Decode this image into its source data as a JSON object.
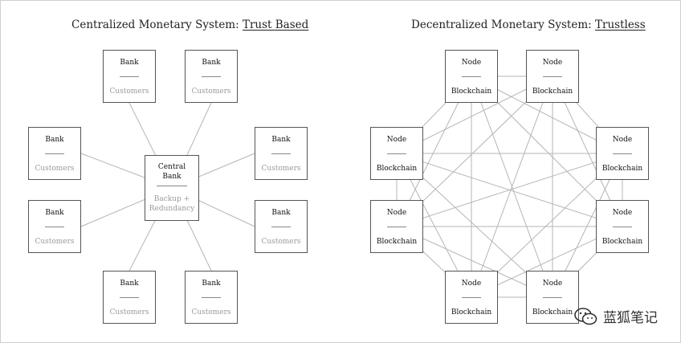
{
  "centralized": {
    "title_prefix": "Centralized Monetary System: ",
    "title_emphasis": "Trust Based",
    "central": {
      "label_line1": "Central",
      "label_line2": "Bank",
      "sub_line1": "Backup +",
      "sub_line2": "Redundancy"
    },
    "banks": [
      {
        "label": "Bank",
        "sub": "Customers"
      },
      {
        "label": "Bank",
        "sub": "Customers"
      },
      {
        "label": "Bank",
        "sub": "Customers"
      },
      {
        "label": "Bank",
        "sub": "Customers"
      },
      {
        "label": "Bank",
        "sub": "Customers"
      },
      {
        "label": "Bank",
        "sub": "Customers"
      },
      {
        "label": "Bank",
        "sub": "Customers"
      },
      {
        "label": "Bank",
        "sub": "Customers"
      }
    ]
  },
  "decentralized": {
    "title_prefix": "Decentralized Monetary System: ",
    "title_emphasis": "Trustless",
    "nodes": [
      {
        "label": "Node",
        "sub": "Blockchain"
      },
      {
        "label": "Node",
        "sub": "Blockchain"
      },
      {
        "label": "Node",
        "sub": "Blockchain"
      },
      {
        "label": "Node",
        "sub": "Blockchain"
      },
      {
        "label": "Node",
        "sub": "Blockchain"
      },
      {
        "label": "Node",
        "sub": "Blockchain"
      },
      {
        "label": "Node",
        "sub": "Blockchain"
      },
      {
        "label": "Node",
        "sub": "Blockchain"
      }
    ]
  },
  "watermark": {
    "text": "蓝狐笔记",
    "icon": "wechat-icon"
  },
  "colors": {
    "box_border": "#555555",
    "line": "#b5b5b5",
    "muted_text": "#9a9a9a"
  }
}
